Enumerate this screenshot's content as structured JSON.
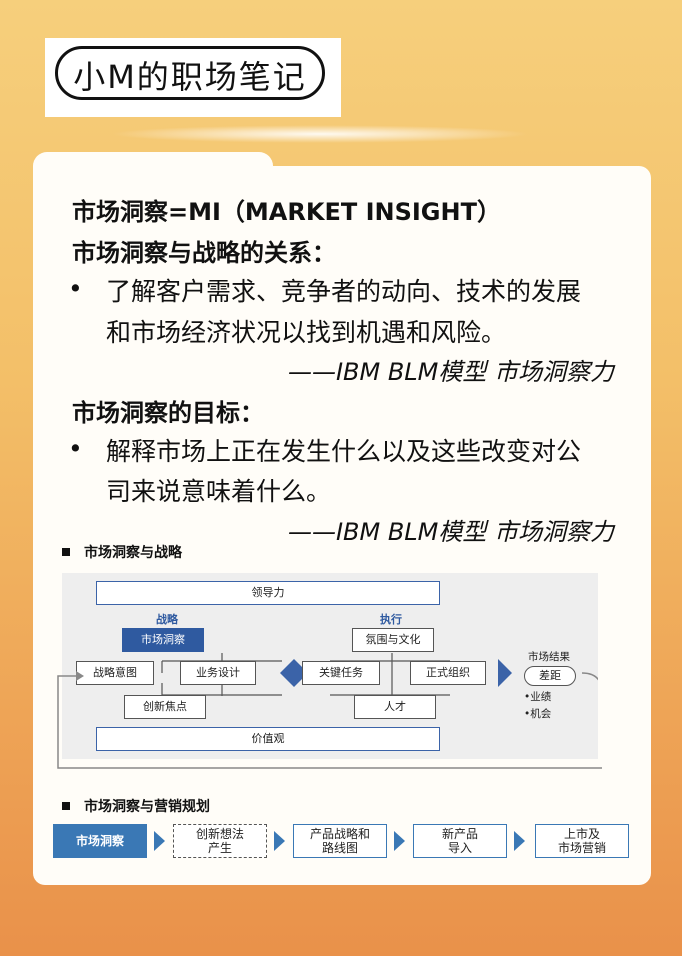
{
  "badge": {
    "title": "小M的职场笔记"
  },
  "heading1": "市场洞察=MI（MARKET INSIGHT）",
  "heading2": "市场洞察与战略的关系：",
  "bullet1": {
    "line1": "了解客户需求、竞争者的动向、技术的发展",
    "line2": "和市场经济状况以找到机遇和风险。"
  },
  "source1": "——IBM BLM模型 市场洞察力",
  "heading3": "市场洞察的目标：",
  "bullet2": {
    "line1": "解释市场上正在发生什么以及这些改变对公",
    "line2": "司来说意味着什么。"
  },
  "source2": "——IBM BLM模型 市场洞察力",
  "bullet_symbol": "•",
  "section1": "市场洞察与战略",
  "diagram": {
    "leadership": "领导力",
    "strategy_label": "战略",
    "execution_label": "执行",
    "market_insight": "市场洞察",
    "strategic_intent": "战略意图",
    "business_design": "业务设计",
    "innovation_focus": "创新焦点",
    "culture": "氛围与文化",
    "key_tasks": "关键任务",
    "formal_org": "正式组织",
    "talent": "人才",
    "values": "价值观",
    "market_result": "市场结果",
    "gap": "差距",
    "performance": "•业绩",
    "opportunity": "•机会"
  },
  "section2": "市场洞察与营销规划",
  "flow": {
    "step1": "市场洞察",
    "step2a": "创新想法",
    "step2b": "产生",
    "step3a": "产品战略和",
    "step3b": "路线图",
    "step4a": "新产品",
    "step4b": "导入",
    "step5a": "上市及",
    "step5b": "市场营销"
  },
  "colors": {
    "accent_blue": "#2f5aa0",
    "flow_blue": "#3a78b5",
    "background_orange": "#eea456"
  }
}
